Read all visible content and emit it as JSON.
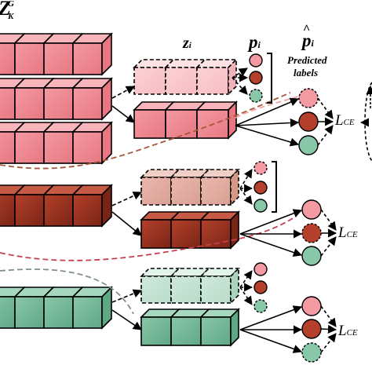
{
  "labels": {
    "zk_main": "Z",
    "zk_sub": "K",
    "zk_sup": "G",
    "zi_main": "z",
    "zi_sub": "i",
    "pi_main": "p",
    "pi_sub": "i",
    "phat_main": "p",
    "phat_sub": "i",
    "phat_hat": "^",
    "predicted": "Predicted",
    "labels_word": "labels",
    "lce_main": "L",
    "lce_sub": "CE"
  },
  "colors": {
    "pink_light": "#fbd2d5",
    "pink": "#f39aa3",
    "pink_dark": "#e87782",
    "brown_light": "#eab7ad",
    "brown": "#b4402b",
    "brown_dark": "#7a2416",
    "green_light": "#cfe9dc",
    "green": "#89c7a9",
    "green_dark": "#5fa886",
    "link_pink": "#f0a5a8",
    "link_brown": "#a55737",
    "link_crimson": "#c4404f",
    "link_gray": "#7f8f8a"
  }
}
